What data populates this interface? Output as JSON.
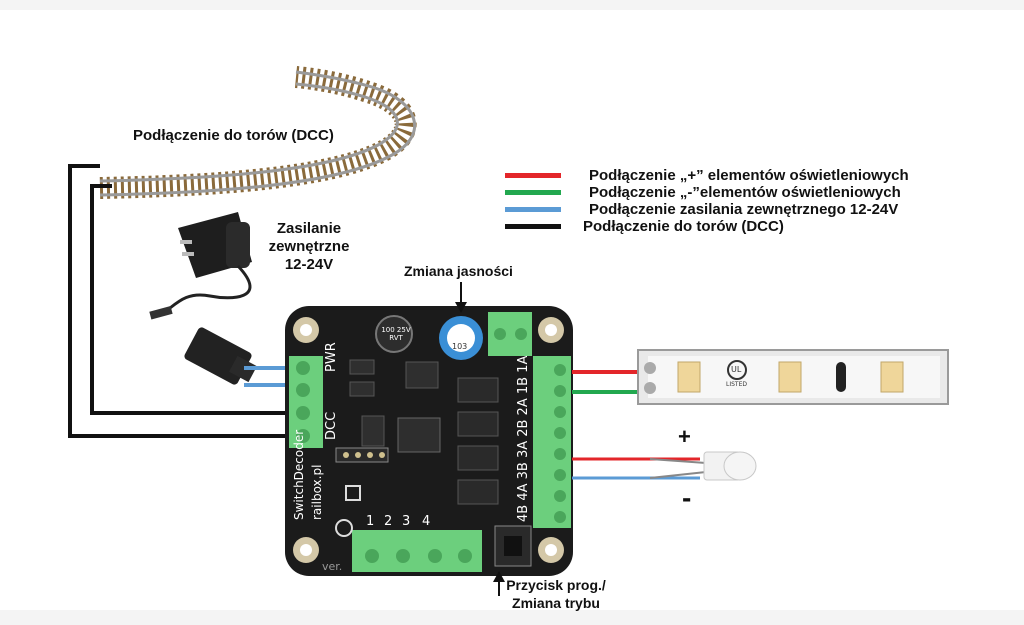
{
  "colors": {
    "plus_wire": "#e3262a",
    "minus_wire": "#22a84f",
    "power_wire": "#5b9bd5",
    "dcc_wire": "#111111",
    "board": "#1b1b1b",
    "terminal": "#6ccf7d",
    "track": "#8a6a3b"
  },
  "labels": {
    "track_connection": "Podłączenie do torów (DCC)",
    "power_line1": "Zasilanie",
    "power_line2": "zewnętrzne",
    "power_line3": "12-24V",
    "brightness": "Zmiana jasności",
    "button_line1": "Przycisk prog./",
    "button_line2": "Zmiana trybu",
    "plus_sign": "+",
    "minus_sign": "-"
  },
  "legend": [
    {
      "color": "#e3262a",
      "text": "Podłączenie „+” elementów oświetleniowych"
    },
    {
      "color": "#22a84f",
      "text": "Podłączenie „-”elementów oświetleniowych"
    },
    {
      "color": "#5b9bd5",
      "text": "Podłączenie zasilania zewnętrznego 12-24V"
    },
    {
      "color": "#111111",
      "text": "Podłączenie do torów (DCC)"
    }
  ],
  "board": {
    "pwr": "PWR",
    "dcc": "DCC",
    "name": "SwitchDecoder",
    "brand": "railbox.pl",
    "outputs": "4B 4A 3B 3A 2B 2A 1B 1A",
    "bottom_numbers": [
      "1",
      "2",
      "3",
      "4"
    ],
    "version": "ver.",
    "capacitor_text": "100 25V RVT",
    "pot_text": "103"
  },
  "strip": {
    "cert_top": "UL",
    "cert_bottom": "LISTED"
  }
}
